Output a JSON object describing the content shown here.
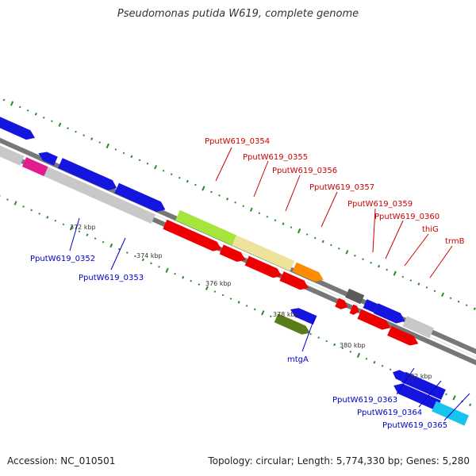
{
  "title": "Pseudomonas putida W619, complete genome",
  "footer": {
    "accession": "Accession: NC_010501",
    "summary": "Topology: circular; Length: 5,774,330 bp; Genes: 5,280"
  },
  "colors": {
    "forward_label": "#cc0000",
    "reverse_label": "#0000cc",
    "backbone": "#777777",
    "gc_ticks": "#2a8a2a",
    "blue": "#1515e0",
    "red": "#ee0000",
    "grey": "#c8c8c8",
    "magenta": "#e21c8e",
    "lime": "#a6e63c",
    "pale_yellow": "#eee39a",
    "orange": "#ff8c00",
    "olive": "#5a7c1a",
    "dark_grey": "#5a5a5a",
    "cyan": "#19c3ef"
  },
  "scale": {
    "unit": "kbp",
    "ticks": [
      "372 kbp",
      "374 kbp",
      "376 kbp",
      "378 kbp",
      "380 kbp",
      "382 kbp"
    ]
  },
  "forward_labels": [
    "PputW619_0354",
    "PputW619_0355",
    "PputW619_0356",
    "PputW619_0357",
    "PputW619_0359",
    "PputW619_0360",
    "thiG",
    "trmB"
  ],
  "reverse_labels": [
    "PputW619_0352",
    "PputW619_0353",
    "mtgA",
    "PputW619_0363",
    "PputW619_0364",
    "PputW619_0365"
  ]
}
